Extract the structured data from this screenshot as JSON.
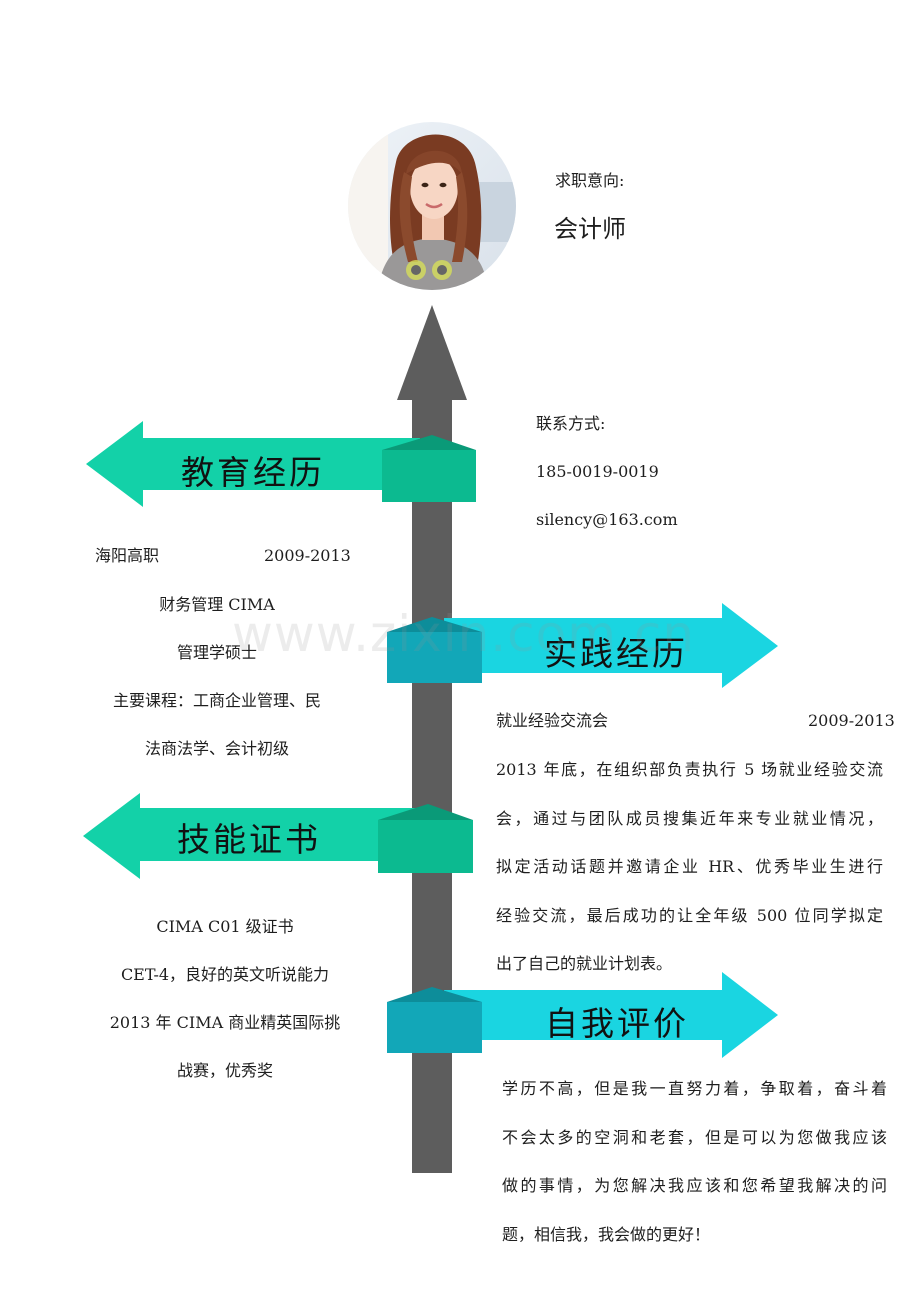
{
  "photo": {
    "icon": "portrait-photo"
  },
  "objective": {
    "label": "求职意向:",
    "value": "会计师"
  },
  "contact": {
    "label": "联系方式:",
    "phone": "185-0019-0019",
    "email": "silency@163.com"
  },
  "education": {
    "heading": "教育经历",
    "school": "海阳高职",
    "period": "2009-2013",
    "major": "财务管理 CIMA",
    "degree": "管理学硕士",
    "courses_line1": "主要课程：工商企业管理、民",
    "courses_line2": "法商法学、会计初级"
  },
  "practice": {
    "heading": "实践经历",
    "org": "就业经验交流会",
    "period": "2009-2013",
    "lines": [
      "2013 年底，在组织部负责执行 5 场就业经验交流",
      "会，通过与团队成员搜集近年来专业就业情况，",
      "拟定活动话题并邀请企业 HR、优秀毕业生进行",
      "经验交流，最后成功的让全年级 500 位同学拟定",
      "出了自己的就业计划表。"
    ]
  },
  "skills": {
    "heading": "技能证书",
    "items": [
      "CIMA C01 级证书",
      "CET-4，良好的英文听说能力",
      "2013 年 CIMA 商业精英国际挑",
      "战赛，优秀奖"
    ]
  },
  "self_eval": {
    "heading": "自我评价",
    "lines": [
      "学历不高，但是我一直努力着，争取着，奋斗着",
      "不会太多的空洞和老套，但是可以为您做我应该",
      "做的事情，为您解决我应该和您希望我解决的问",
      "题，相信我，我会做的更好！"
    ]
  },
  "watermark": "www.zixin.com.cn",
  "colors": {
    "green": "#13d1a8",
    "green_dark": "#0aa880",
    "cyan": "#1ad5e1",
    "cyan_dark": "#12a7b8",
    "trunk": "#5d5d5d"
  }
}
